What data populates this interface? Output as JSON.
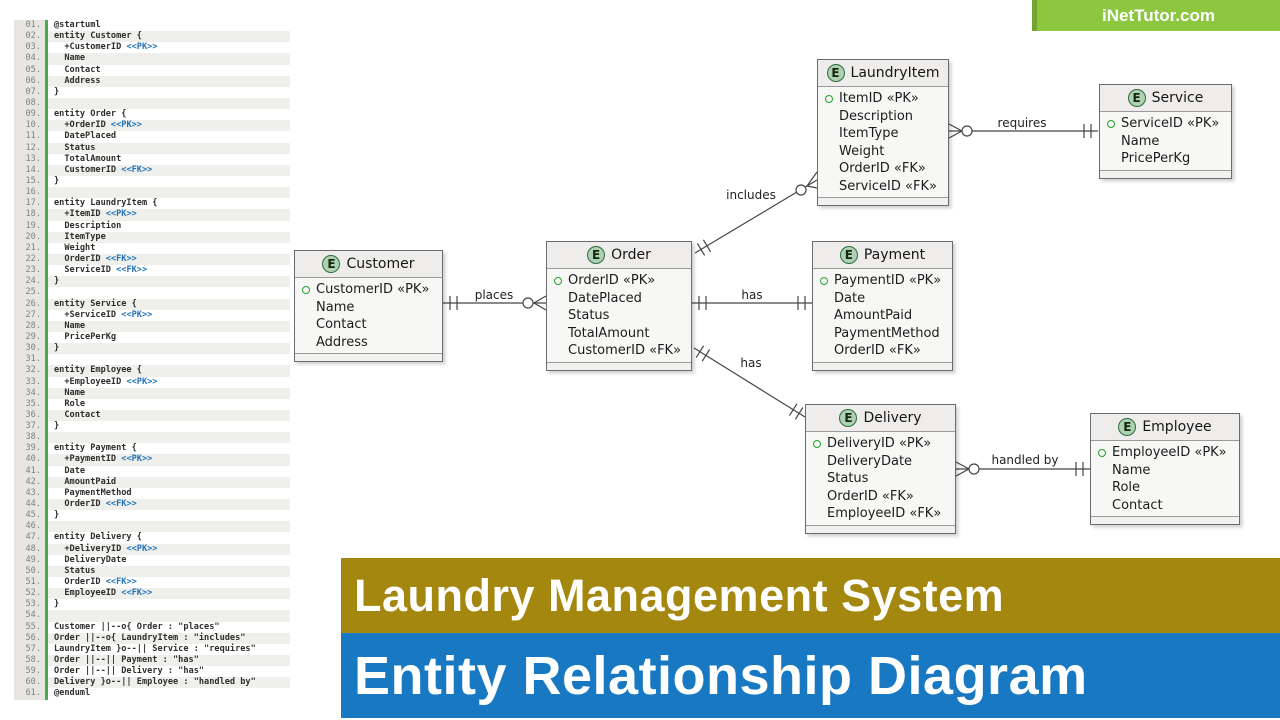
{
  "banners": {
    "watermark": {
      "text": "iNetTutor.com",
      "bg": "#8dc63f"
    },
    "title": {
      "text": "Laundry Management System",
      "bg": "#a3870e"
    },
    "subtitle": {
      "text": "Entity Relationship Diagram",
      "bg": "#1878c2"
    }
  },
  "code": {
    "lines": [
      "@startuml",
      "entity Customer {",
      "  +CustomerID <<PK>>",
      "  Name",
      "  Contact",
      "  Address",
      "}",
      "",
      "entity Order {",
      "  +OrderID <<PK>>",
      "  DatePlaced",
      "  Status",
      "  TotalAmount",
      "  CustomerID <<FK>>",
      "}",
      "",
      "entity LaundryItem {",
      "  +ItemID <<PK>>",
      "  Description",
      "  ItemType",
      "  Weight",
      "  OrderID <<FK>>",
      "  ServiceID <<FK>>",
      "}",
      "",
      "entity Service {",
      "  +ServiceID <<PK>>",
      "  Name",
      "  PricePerKg",
      "}",
      "",
      "entity Employee {",
      "  +EmployeeID <<PK>>",
      "  Name",
      "  Role",
      "  Contact",
      "}",
      "",
      "entity Payment {",
      "  +PaymentID <<PK>>",
      "  Date",
      "  AmountPaid",
      "  PaymentMethod",
      "  OrderID <<FK>>",
      "}",
      "",
      "entity Delivery {",
      "  +DeliveryID <<PK>>",
      "  DeliveryDate",
      "  Status",
      "  OrderID <<FK>>",
      "  EmployeeID <<FK>>",
      "}",
      "",
      "Customer ||--o{ Order : \"places\"",
      "Order ||--o{ LaundryItem : \"includes\"",
      "LaundryItem }o--|| Service : \"requires\"",
      "Order ||--|| Payment : \"has\"",
      "Order ||--|| Delivery : \"has\"",
      "Delivery }o--|| Employee : \"handled by\"",
      "@enduml"
    ]
  },
  "diagram": {
    "entities": [
      {
        "name": "Customer",
        "stereotype": "E",
        "attributes": [
          "CustomerID «PK»",
          "Name",
          "Contact",
          "Address"
        ]
      },
      {
        "name": "Order",
        "stereotype": "E",
        "attributes": [
          "OrderID «PK»",
          "DatePlaced",
          "Status",
          "TotalAmount",
          "CustomerID «FK»"
        ]
      },
      {
        "name": "LaundryItem",
        "stereotype": "E",
        "attributes": [
          "ItemID «PK»",
          "Description",
          "ItemType",
          "Weight",
          "OrderID «FK»",
          "ServiceID «FK»"
        ]
      },
      {
        "name": "Service",
        "stereotype": "E",
        "attributes": [
          "ServiceID «PK»",
          "Name",
          "PricePerKg"
        ]
      },
      {
        "name": "Payment",
        "stereotype": "E",
        "attributes": [
          "PaymentID «PK»",
          "Date",
          "AmountPaid",
          "PaymentMethod",
          "OrderID «FK»"
        ]
      },
      {
        "name": "Delivery",
        "stereotype": "E",
        "attributes": [
          "DeliveryID «PK»",
          "DeliveryDate",
          "Status",
          "OrderID «FK»",
          "EmployeeID «FK»"
        ]
      },
      {
        "name": "Employee",
        "stereotype": "E",
        "attributes": [
          "EmployeeID «PK»",
          "Name",
          "Role",
          "Contact"
        ]
      }
    ],
    "relationships": [
      {
        "from": "Customer",
        "to": "Order",
        "label": "places",
        "notation": "||--o{"
      },
      {
        "from": "Order",
        "to": "LaundryItem",
        "label": "includes",
        "notation": "||--o{"
      },
      {
        "from": "LaundryItem",
        "to": "Service",
        "label": "requires",
        "notation": "}o--||"
      },
      {
        "from": "Order",
        "to": "Payment",
        "label": "has",
        "notation": "||--||"
      },
      {
        "from": "Order",
        "to": "Delivery",
        "label": "has",
        "notation": "||--||"
      },
      {
        "from": "Delivery",
        "to": "Employee",
        "label": "handled by",
        "notation": "}o--||"
      }
    ],
    "colors": {
      "entity_badge": "#add1b2",
      "pk_bullet": "#24a12b",
      "connector": "#454545",
      "keyword_blue": "#2273b8",
      "gutter_bar": "#47ad4b"
    }
  }
}
